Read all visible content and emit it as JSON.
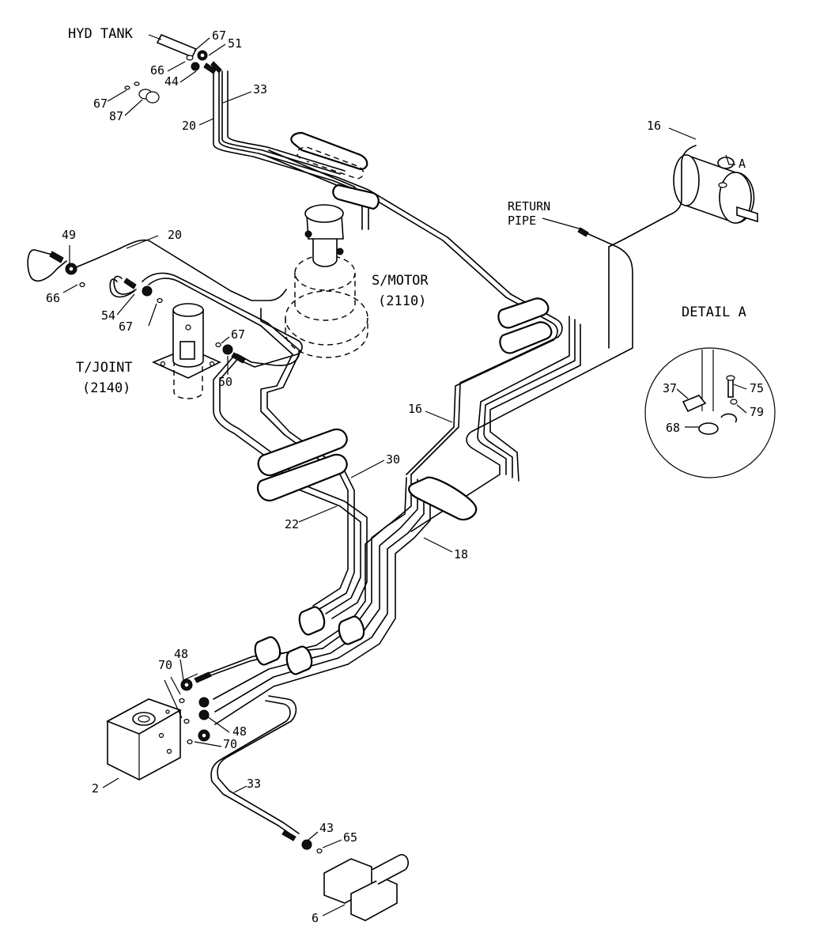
{
  "labels": {
    "hyd_tank": "HYD TANK",
    "return_pipe_1": "RETURN",
    "return_pipe_2": "PIPE",
    "s_motor_1": "S/MOTOR",
    "s_motor_2": "(2110)",
    "t_joint_1": "T/JOINT",
    "t_joint_2": "(2140)",
    "detail_a_title": "DETAIL A",
    "detail_a_marker": "A"
  },
  "callouts": {
    "c67_top": "67",
    "c51": "51",
    "c66_top": "66",
    "c44": "44",
    "c67_left": "67",
    "c87": "87",
    "c33_top": "33",
    "c20_top": "20",
    "c16_top": "16",
    "c49": "49",
    "c20_mid": "20",
    "c66_mid": "66",
    "c54": "54",
    "c67_mid": "67",
    "c67_tj": "67",
    "c50": "50",
    "c16_mid": "16",
    "c30": "30",
    "c22": "22",
    "c18": "18",
    "c37": "37",
    "c75": "75",
    "c79": "79",
    "c68": "68",
    "c48_top": "48",
    "c70_top": "70",
    "c48_bot": "48",
    "c70_bot": "70",
    "c2": "2",
    "c33_bot": "33",
    "c43": "43",
    "c65": "65",
    "c6": "6"
  }
}
